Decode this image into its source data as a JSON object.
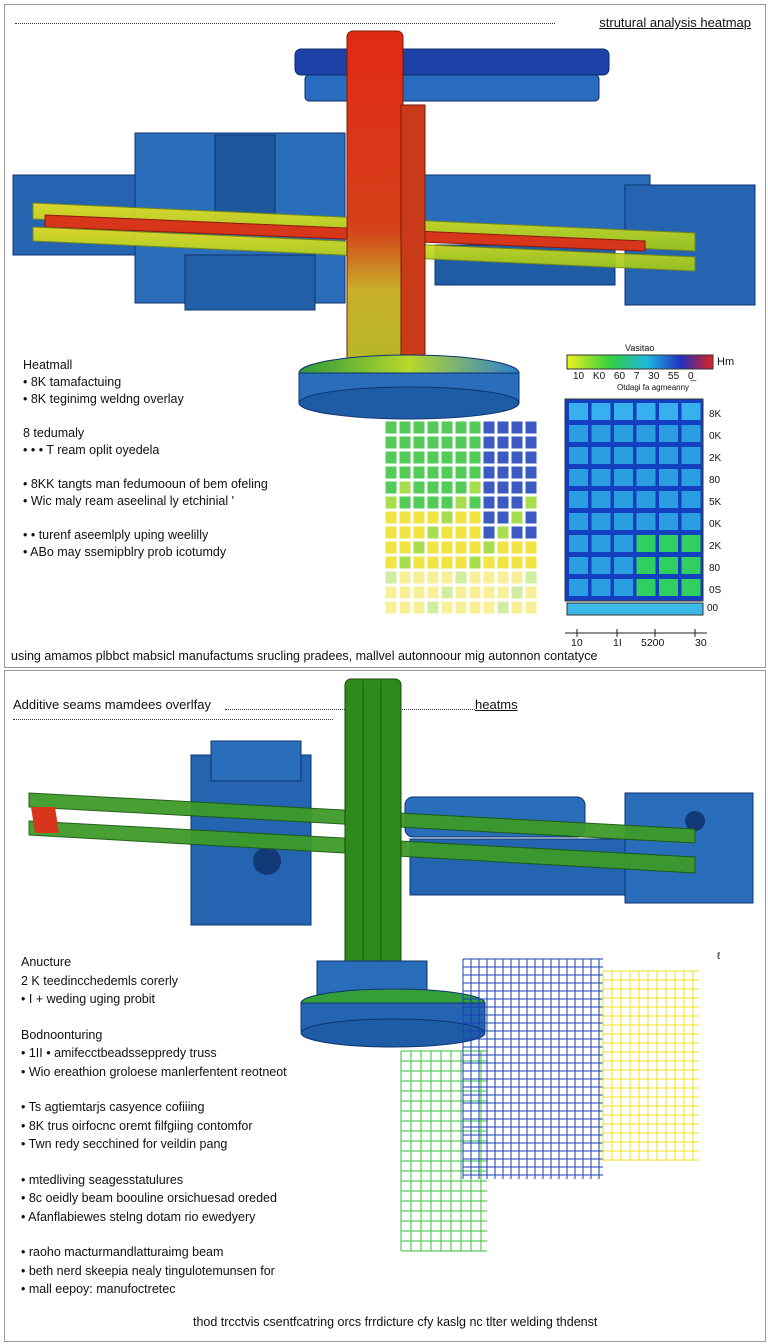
{
  "top": {
    "title": "strutural analysis heatmap",
    "notes": [
      "Heatmall",
      "• 8K tamafactuing",
      "• 8K teginimg weldng overlay",
      "",
      "8 tedumaly",
      "• • • T ream oplit oyedela",
      "",
      "• 8KK tangts man fedumooun of bem ofeling",
      "• Wic maly ream aseelinal ly etchinial '",
      "",
      "• • turenf aseemlply uping weelilly",
      "• ABo may ssemipblry prob icotumdy"
    ],
    "caption": "using amamos plbbct mabsicl manufactums srucling pradees, mallvel autonnoour mig autonnon contatyce",
    "legend": {
      "title": "Vasitao",
      "unit": "Hm",
      "ticks": "10 K0 60 7 30 55 0̲",
      "sub": "Otdagi fa agmeanny"
    },
    "heatmap_labels": [
      "8K",
      "0K",
      "2K",
      "80",
      "5K",
      "0K",
      "2K",
      "80",
      "0S"
    ],
    "heatmap_bottom_label": "00",
    "xaxis_ticks": [
      "10",
      "1I",
      "5200",
      "30"
    ]
  },
  "bottom": {
    "title_left": "Additive seams mamdees overlfay",
    "title_right": "heatms",
    "notes": [
      "Anucture",
      "2 K teedincchedemls corerly",
      "• I + weding uging probit",
      "",
      "Bodnoonturing",
      "• 1II • amifecctbeadsseppredy truss",
      "• Wio ereathion groloese manlerfentent reotneot",
      "",
      "• Ts agtiemtarjs casyence cofiiing",
      "• 8K trus oirfocnc oremt filfgiing contomfor",
      "• Twn redy secchined for veildin pang",
      "",
      "• mtedliving seagesstatulures",
      "• 8c oeidly beam boouline orsichuesad oreded",
      "• Afanflabiewes stelng dotam rio ewedyery",
      "",
      "• raoho macturmandlatturaimg beam",
      "• beth nerd skeepia nealy tingulotemunsen for",
      "• mall eepoy: manufoctretec"
    ],
    "caption": "thod trcctvis csentfcatring orcs frrdicture cfy kaslg nc tlter welding thdenst",
    "corner_mark": "ℓ"
  },
  "colors": {
    "machine_blue": "#1f5fa8",
    "beam_red": "#d42a16",
    "beam_green": "#2f8a1c",
    "grid_blue": "#1a3fb8",
    "grid_yellow": "#f0e020",
    "grid_green": "#35c23a"
  }
}
